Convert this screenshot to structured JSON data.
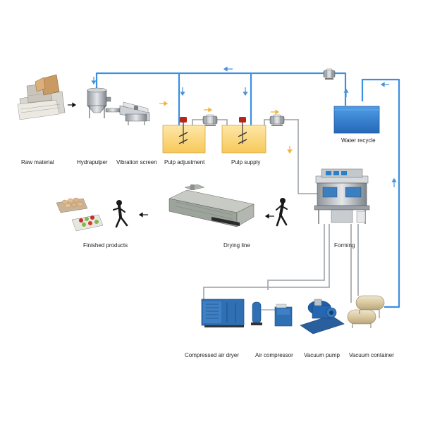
{
  "labels": {
    "raw_material": "Raw material",
    "hydrapulper": "Hydrapulper",
    "vibration_screen": "Vibration screen",
    "pulp_adjustment": "Pulp adjustment",
    "pulp_supply": "Pulp supply",
    "water_recycle": "Water recycle",
    "forming": "Forming",
    "drying_line": "Drying line",
    "finished_products": "Finished products",
    "compressed_air_dryer": "Compressed air dryer",
    "air_compressor": "Air compressor",
    "vacuum_pump": "Vacuum pump",
    "vacuum_container": "Vacuum container"
  },
  "colors": {
    "water_pipe": "#3a8fe0",
    "flow_arrow_blue": "#4a90d9",
    "flow_arrow_orange": "#f4b43c",
    "gray_pipe": "#a8adb3",
    "tank_fill": "#fbd675",
    "water_tank": "#2e7fd0",
    "compressor_blue": "#2f6fb3",
    "pump_blue": "#1f5fa8",
    "worker": "#1a1a1a"
  },
  "icons": {
    "raw_material": "paper-bundle-icon",
    "hydrapulper": "pulper-tank-icon",
    "vibration_screen": "screen-machine-icon",
    "pulp_adjustment": "agitator-tank-icon",
    "pulp_supply": "agitator-tank-icon",
    "water_recycle": "water-tank-icon",
    "forming": "forming-machine-icon",
    "drying_line": "dryer-tunnel-icon",
    "finished_products": "egg-tray-icon",
    "compressed_air_dryer": "air-dryer-cabinet-icon",
    "air_compressor": "compressor-cylinder-icon",
    "vacuum_pump": "vacuum-pump-icon",
    "vacuum_container": "vacuum-tank-icon",
    "pipe_pump": "inline-pump-icon",
    "worker": "worker-icon"
  }
}
